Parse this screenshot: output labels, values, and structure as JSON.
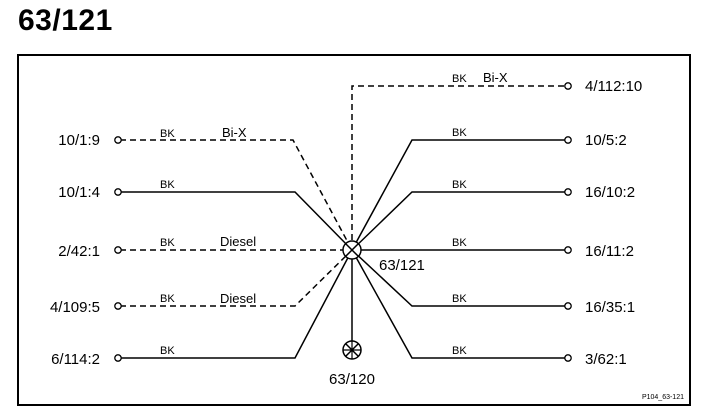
{
  "title": "63/121",
  "reference": "P104_63-121",
  "hub_label": "63/121",
  "ground_label": "63/120",
  "left_pins": [
    "10/1:9",
    "10/1:4",
    "2/42:1",
    "4/109:5",
    "6/114:2"
  ],
  "right_pins": [
    "4/112:10",
    "10/5:2",
    "16/10:2",
    "16/11:2",
    "16/35:1",
    "3/62:1"
  ],
  "wire_color": "BK",
  "labels": {
    "bix": "Bi-X",
    "diesel": "Diesel"
  }
}
